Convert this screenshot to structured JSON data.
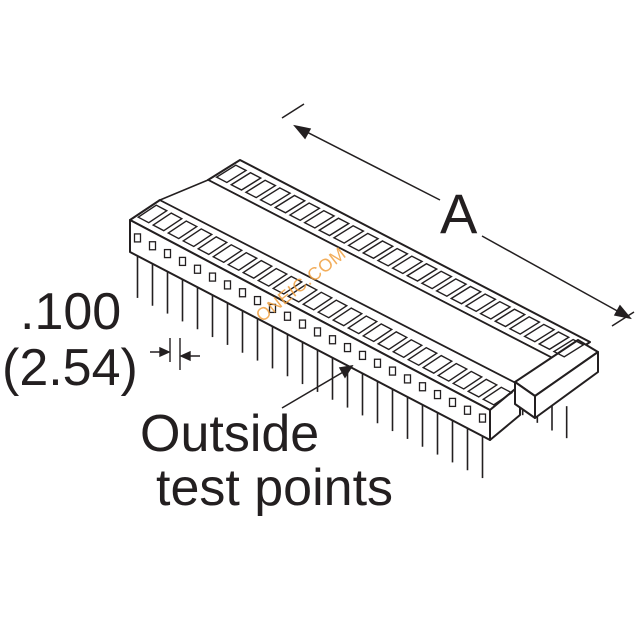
{
  "labels": {
    "dimension_a": "A",
    "pitch_inch": ".100",
    "pitch_mm": "(2.54)",
    "callout_line1": "Outside",
    "callout_line2": "test points"
  },
  "watermark": "ONEIC.COM",
  "colors": {
    "ink": "#231f20",
    "watermark": "#f0a040",
    "background": "#ffffff"
  },
  "connector": {
    "rows": 2,
    "contacts_per_row": 24
  }
}
